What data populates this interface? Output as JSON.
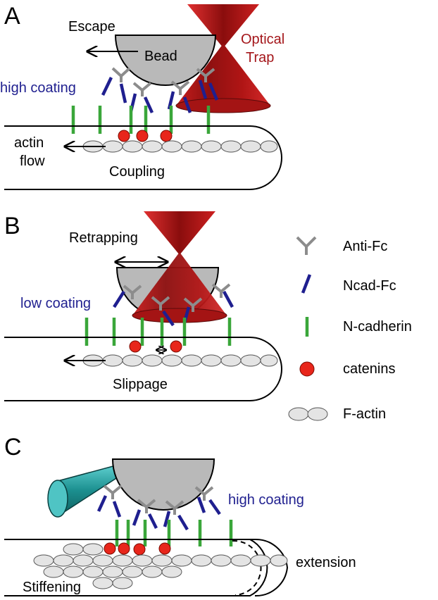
{
  "panels": {
    "a": {
      "letter": "A",
      "escape_label": "Escape",
      "bead_label": "Bead",
      "trap_label_line1": "Optical",
      "trap_label_line2": "Trap",
      "coating_label": "high coating",
      "flow_label_line1": "actin",
      "flow_label_line2": "flow",
      "state_label": "Coupling"
    },
    "b": {
      "letter": "B",
      "retrap_label": "Retrapping",
      "coating_label": "low coating",
      "state_label": "Slippage"
    },
    "c": {
      "letter": "C",
      "coating_label": "high coating",
      "extension_label": "extension",
      "state_label": "Stiffening"
    }
  },
  "legend": {
    "items": [
      {
        "label": "Anti-Fc",
        "icon": "anti-fc-icon"
      },
      {
        "label": "Ncad-Fc",
        "icon": "ncad-fc-icon"
      },
      {
        "label": "N-cadherin",
        "icon": "n-cadherin-icon"
      },
      {
        "label": "catenins",
        "icon": "catenin-icon"
      },
      {
        "label": "F-actin",
        "icon": "f-actin-icon"
      }
    ]
  },
  "colors": {
    "trap_red": "#a4161a",
    "coating_blue": "#1f1f8f",
    "cadherin_green": "#3aa63a",
    "catenin_red": "#e8261b",
    "bead_gray": "#b9b9b9",
    "actin_fill": "#e4e4e4",
    "antibody_gray": "#8c8c8c",
    "pipette_teal": "#1d9a9a"
  }
}
